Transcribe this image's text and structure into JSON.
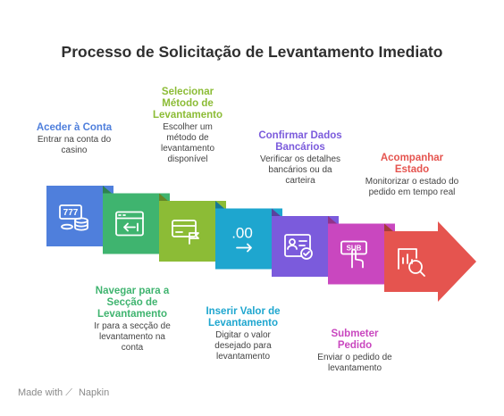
{
  "title": "Processo de Solicitação de Levantamento Imediato",
  "steps": [
    {
      "title": "Aceder à Conta",
      "desc": "Entrar na conta do casino",
      "color": "#4f7fdc",
      "icon": "slot-machine-coins-icon"
    },
    {
      "title": "Navegar para a Secção de Levantamento",
      "desc": "Ir para a secção de levantamento na conta",
      "color": "#3fb46f",
      "icon": "browser-window-arrow-icon"
    },
    {
      "title": "Selecionar Método de Levantamento",
      "desc": "Escolher um método de levantamento disponível",
      "color": "#8cbc36",
      "icon": "card-flag-icon"
    },
    {
      "title": "Inserir Valor de Levantamento",
      "desc": "Digitar o valor desejado para levantamento",
      "color": "#1ea6cf",
      "icon": "decimal-arrow-icon",
      "icon_text": ".00"
    },
    {
      "title": "Confirmar Dados Bancários",
      "desc": "Verificar os detalhes bancários ou da carteira",
      "color": "#7b5bdc",
      "icon": "id-card-check-icon"
    },
    {
      "title": "Submeter Pedido",
      "desc": "Enviar o pedido de levantamento",
      "color": "#c947bf",
      "icon": "submit-button-hand-icon",
      "icon_text": "SUB"
    },
    {
      "title": "Acompanhar Estado",
      "desc": "Monitorizar o estado do pedido em tempo real",
      "color": "#e5544f",
      "icon": "chart-magnifier-icon"
    }
  ],
  "footer": {
    "made_with": "Made with",
    "brand": "Napkin"
  }
}
